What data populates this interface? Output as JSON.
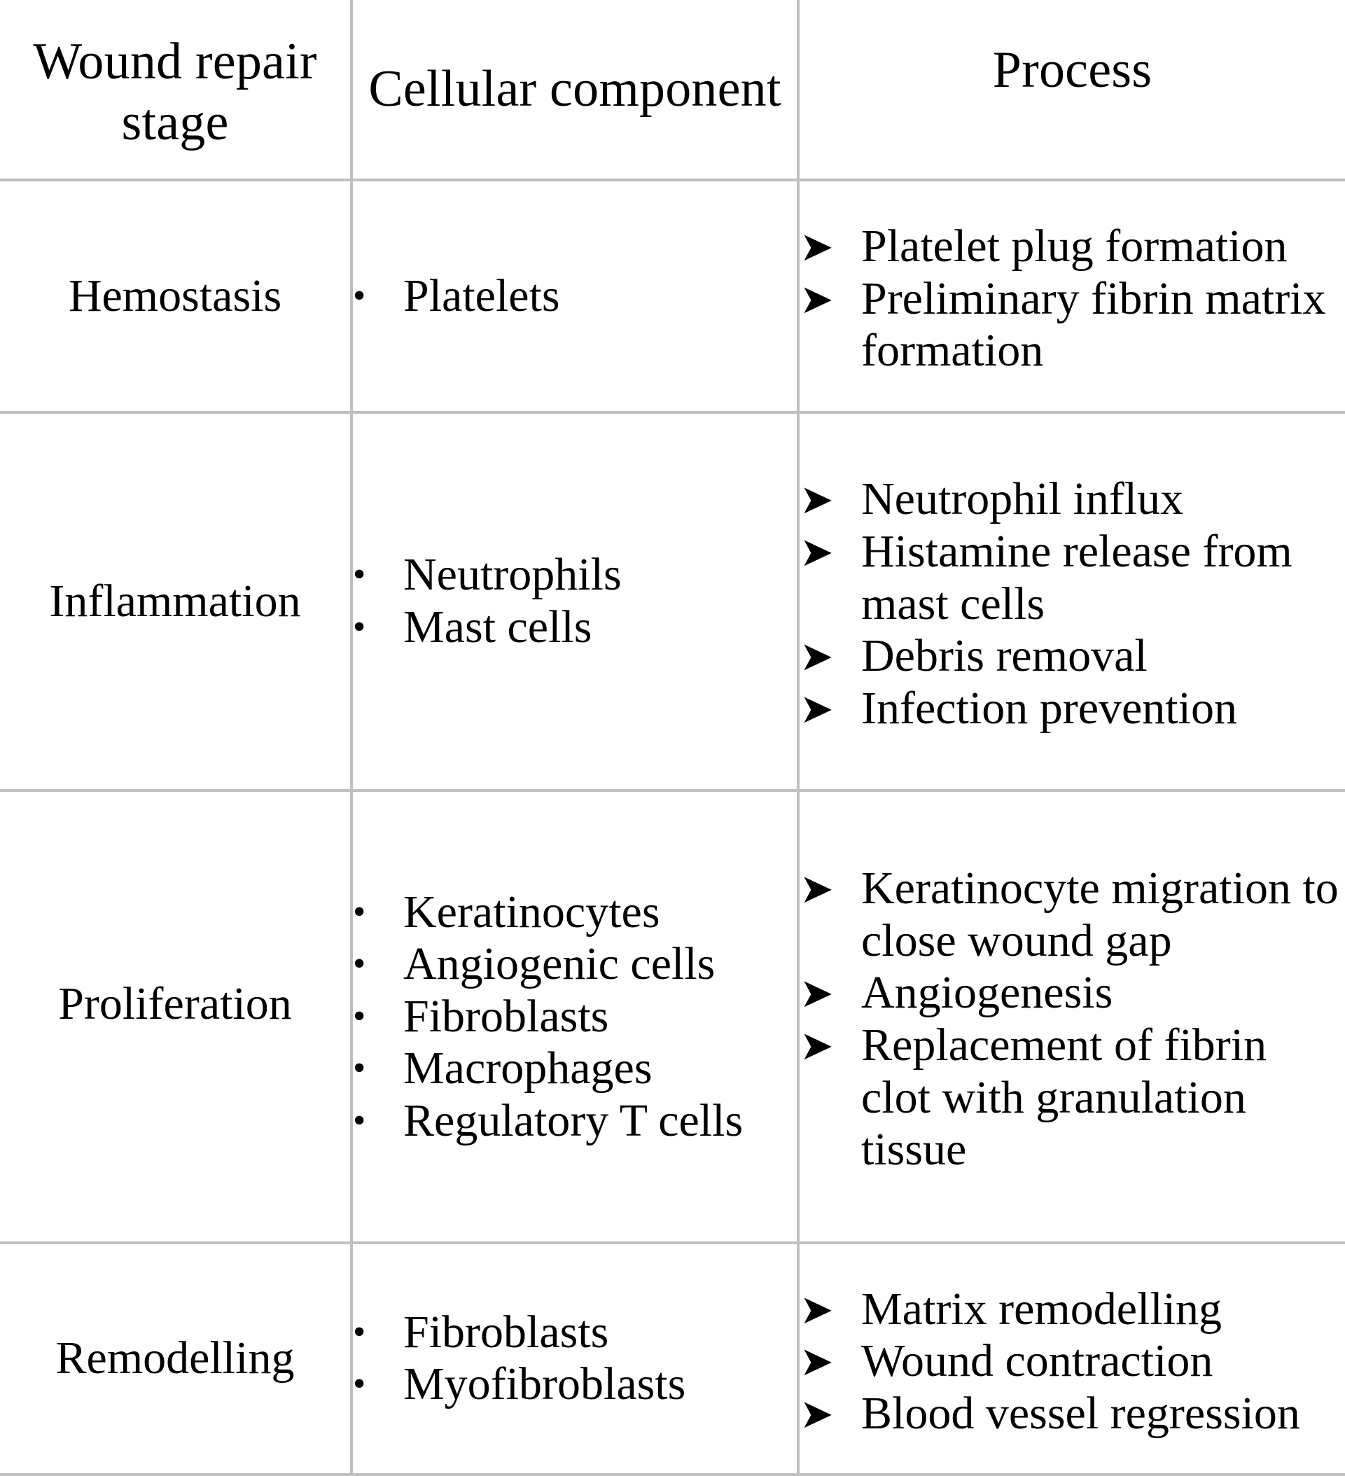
{
  "table": {
    "headers": [
      "Wound repair stage",
      "Cellular component",
      "Process"
    ],
    "bullet_glyphs": {
      "component": "•",
      "process": "➤"
    },
    "rows": [
      {
        "stage": "Hemostasis",
        "components": [
          "Platelets"
        ],
        "processes": [
          "Platelet plug formation",
          "Preliminary fibrin matrix formation"
        ]
      },
      {
        "stage": "Inflammation",
        "components": [
          "Neutrophils",
          "Mast cells"
        ],
        "processes": [
          "Neutrophil influx",
          "Histamine release from mast cells",
          "Debris removal",
          "Infection prevention"
        ]
      },
      {
        "stage": "Proliferation",
        "components": [
          "Keratinocytes",
          "Angiogenic cells",
          "Fibroblasts",
          "Macrophages",
          "Regulatory T cells"
        ],
        "processes": [
          "Keratinocyte migration to close wound gap",
          "Angiogenesis",
          "Replacement of fibrin clot with granulation tissue"
        ]
      },
      {
        "stage": "Remodelling",
        "components": [
          "Fibroblasts",
          "Myofibroblasts"
        ],
        "processes": [
          "Matrix remodelling",
          "Wound contraction",
          "Blood vessel regression"
        ]
      }
    ]
  },
  "colors": {
    "border": "#c0c0c0",
    "text": "#000000",
    "background": "#ffffff"
  }
}
